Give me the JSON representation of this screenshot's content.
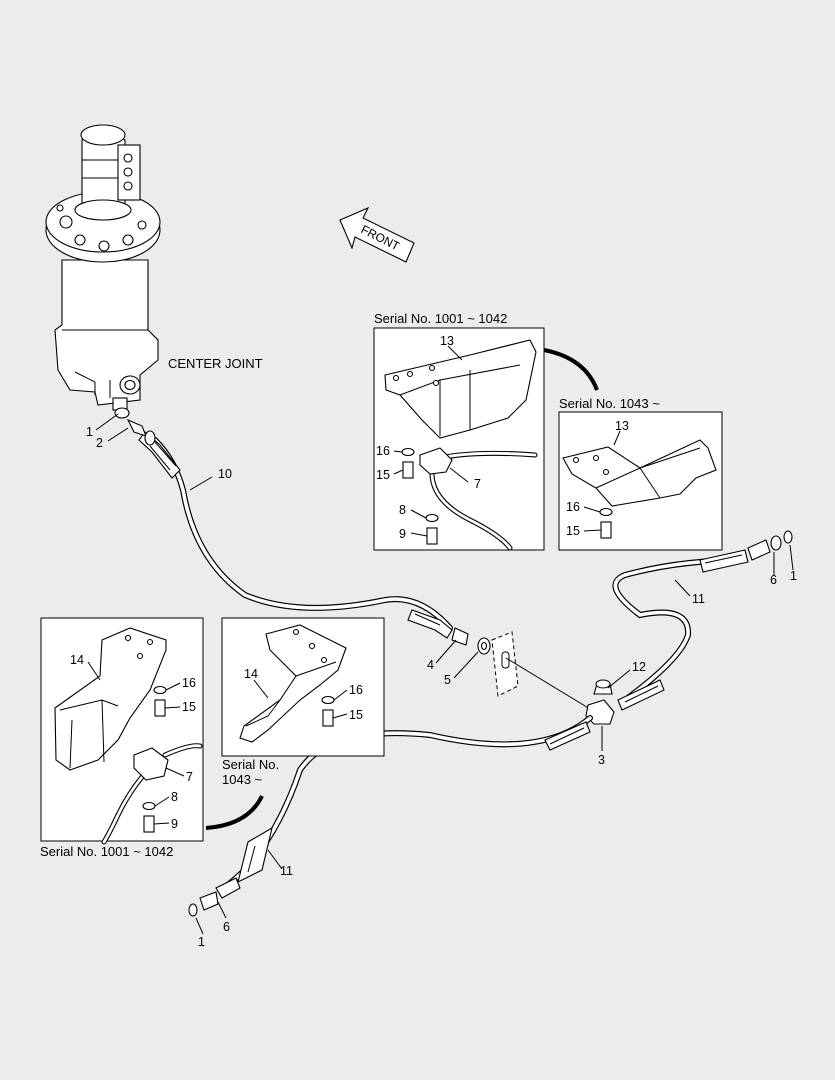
{
  "labels": {
    "center_joint": "CENTER JOINT",
    "front": "FRONT",
    "serial_box_a": "Serial No. 1001 ~ 1042",
    "serial_box_b": "Serial No. 1043 ~",
    "serial_box_c": "Serial No. 1001 ~ 1042",
    "serial_box_d_line1": "Serial No.",
    "serial_box_d_line2": "1043 ~"
  },
  "callouts": {
    "p1": "1",
    "p2": "2",
    "p3": "3",
    "p4": "4",
    "p5": "5",
    "p6": "6",
    "p7": "7",
    "p8": "8",
    "p9": "9",
    "p10": "10",
    "p11": "11",
    "p12": "12",
    "p13": "13",
    "p14": "14",
    "p15": "15",
    "p16": "16"
  }
}
